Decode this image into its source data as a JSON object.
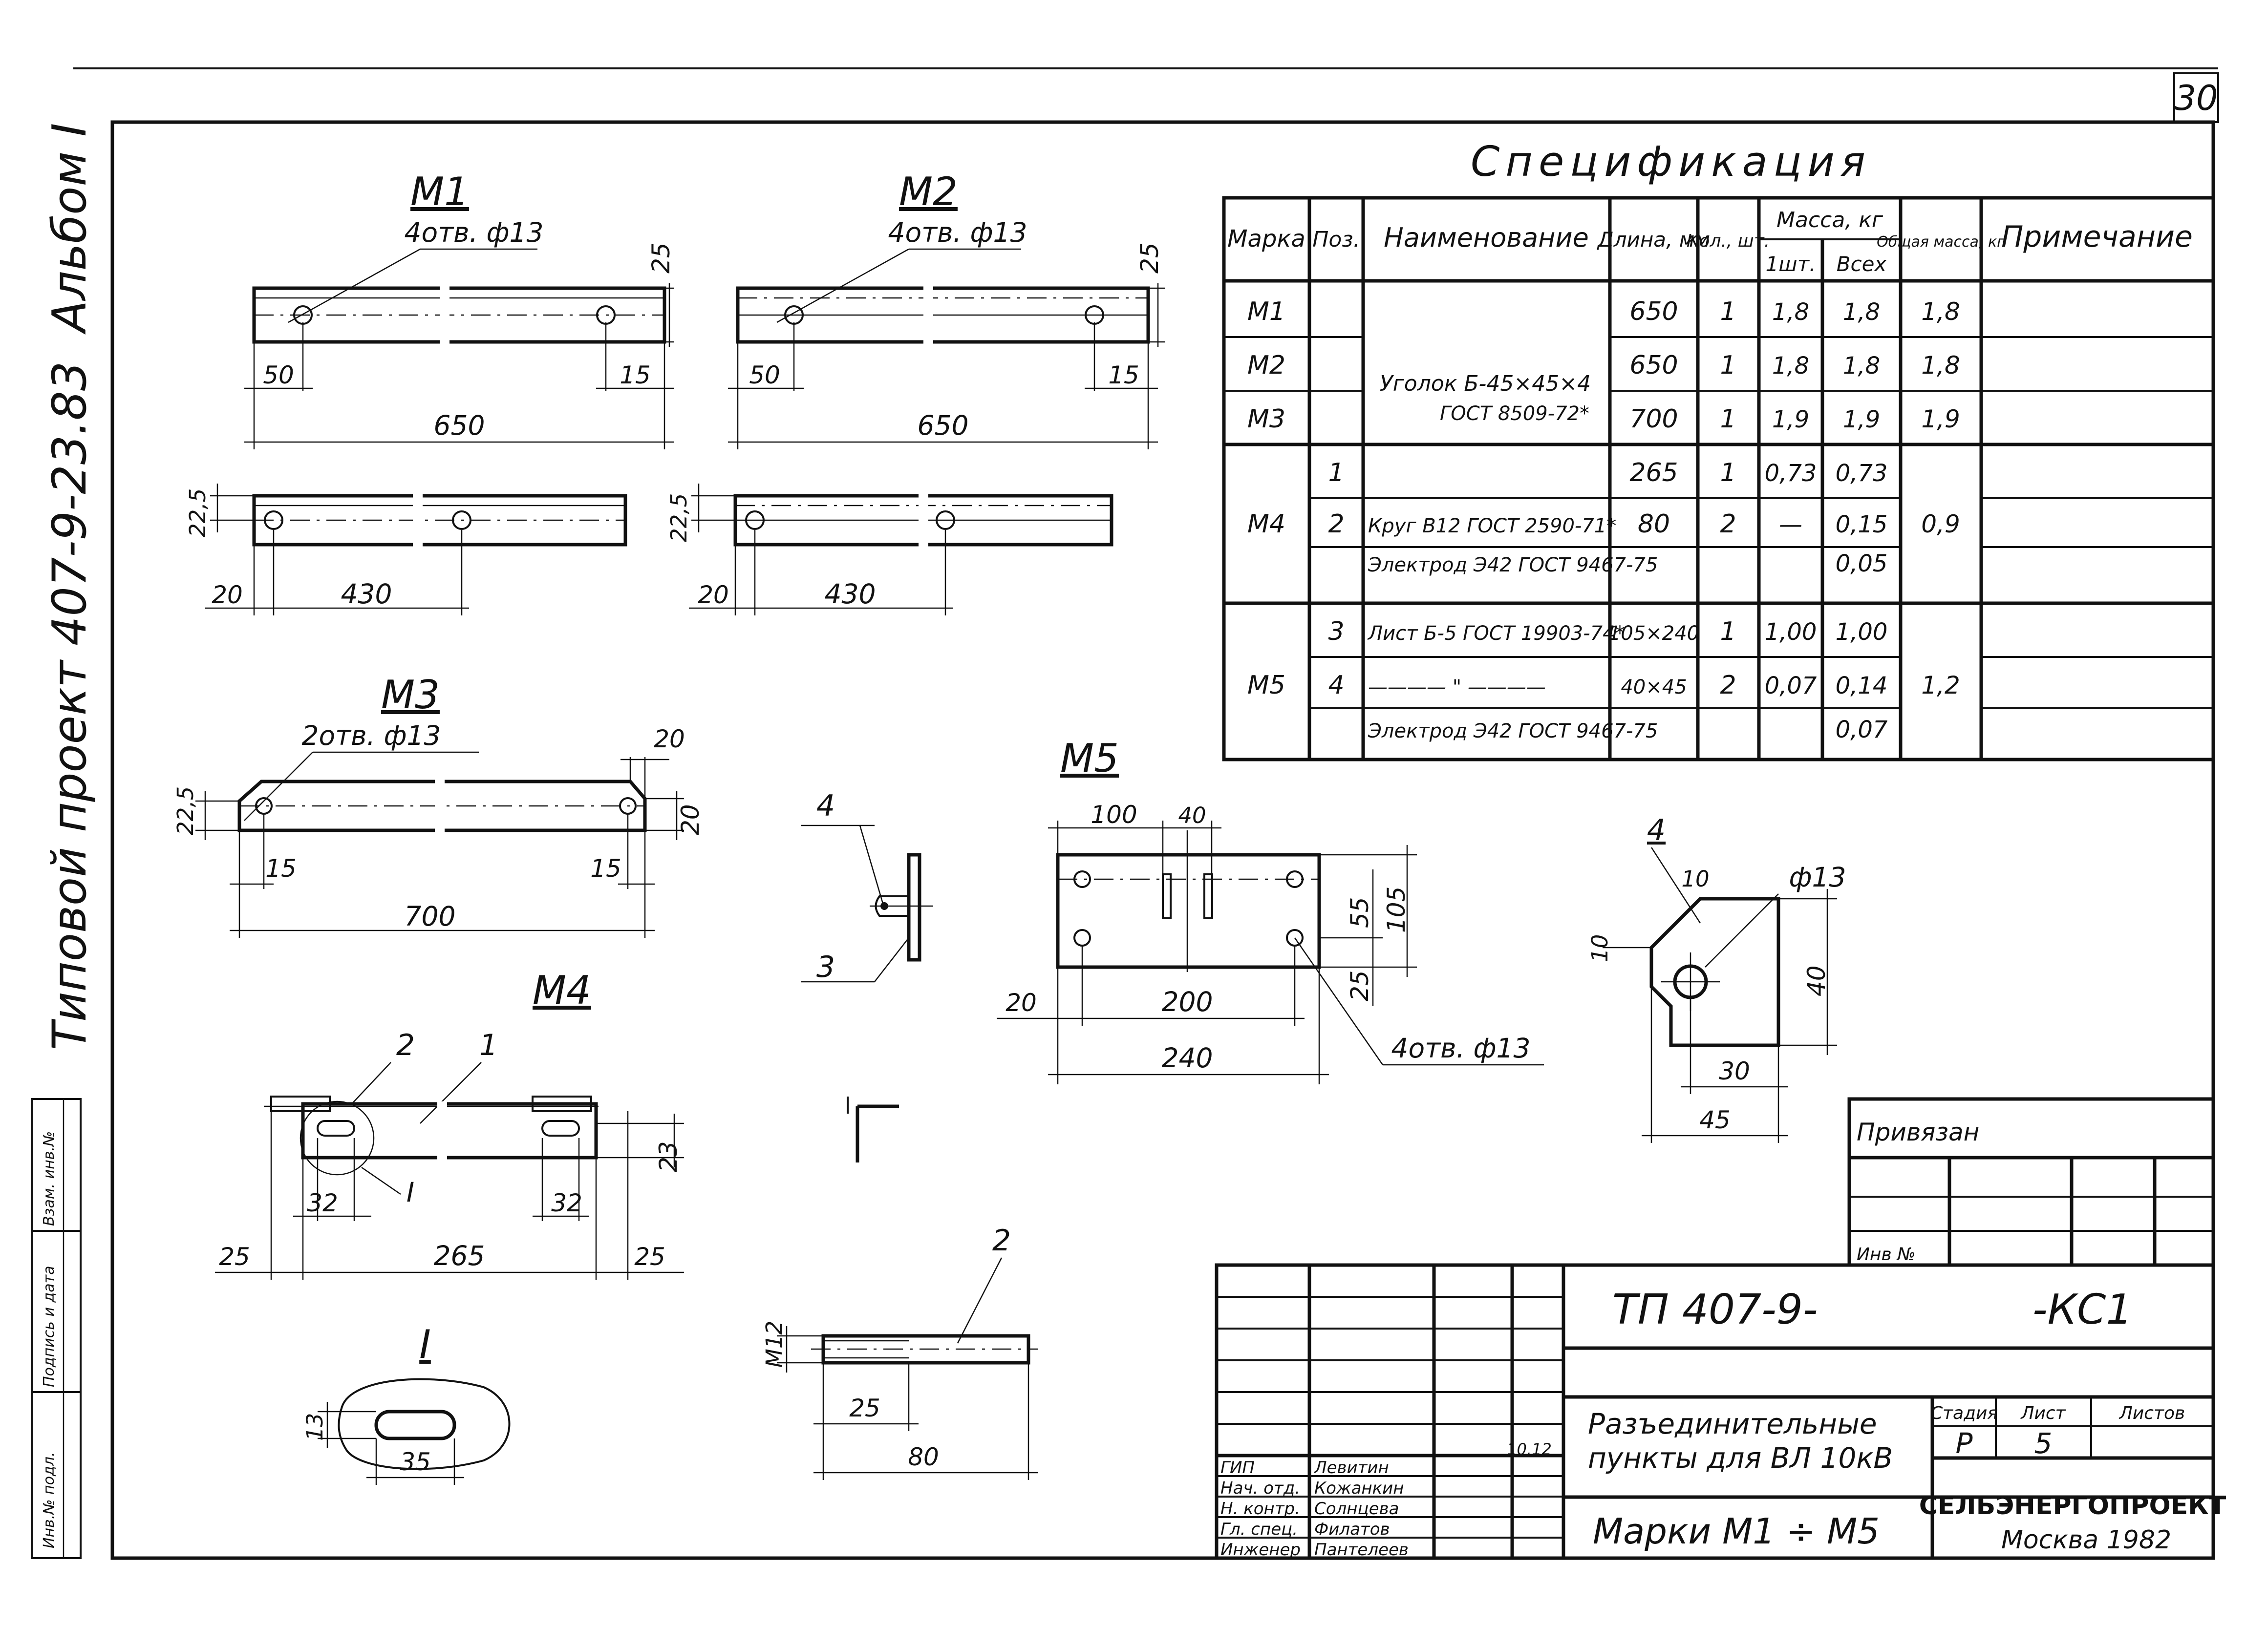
{
  "sheet": {
    "number": "30",
    "side_stamp": {
      "album": "Альбом I",
      "project": "Типовой проект 407-9-23.83"
    },
    "left_strip": [
      "Инв.№ подл.",
      "Подпись и дата",
      "Взам. инв.№"
    ]
  },
  "drawings": {
    "m1": {
      "title": "М1",
      "holes": "4отв. ф13",
      "dim_height": "25",
      "dim_left": "50",
      "dim_right": "15",
      "dim_length": "650",
      "dim_height2": "22,5",
      "dim_edge": "20",
      "dim_span": "430"
    },
    "m2": {
      "title": "М2",
      "holes": "4отв. ф13",
      "dim_height": "25",
      "dim_left": "50",
      "dim_right": "15",
      "dim_length": "650",
      "dim_height2": "22,5",
      "dim_edge": "20",
      "dim_span": "430"
    },
    "m3": {
      "title": "М3",
      "holes": "2отв. ф13",
      "dim_height": "22,5",
      "dim_top": "20",
      "dim_side": "20",
      "dim_left": "15",
      "dim_right": "15",
      "dim_length": "700"
    },
    "m4": {
      "title": "М4",
      "pos1": "1",
      "pos2": "2",
      "detail_ref": "I",
      "dim_height": "23",
      "dim_slot_l": "32",
      "dim_slot_r": "32",
      "dim_edge_l": "25",
      "dim_edge_r": "25",
      "dim_length": "265"
    },
    "detail1": {
      "title": "I",
      "dim_width": "35",
      "dim_height": "13"
    },
    "side_view": {
      "pos3": "3",
      "pos4": "4"
    },
    "m5": {
      "title": "М5",
      "dim_a": "100",
      "dim_b": "40",
      "dim_c": "55",
      "dim_d": "105",
      "dim_e": "25",
      "dim_f": "20",
      "dim_g": "200",
      "dim_h": "240",
      "holes": "4отв. ф13"
    },
    "pos4_plate": {
      "title": "4",
      "dim_corner": "10",
      "dim_corner2": "10",
      "hole": "ф13",
      "dim_height": "40",
      "dim_hole_x": "30",
      "dim_width": "45"
    },
    "pos2_bolt": {
      "title": "2",
      "thread": "М12",
      "dim_thread": "25",
      "dim_length": "80"
    }
  },
  "spec": {
    "title": "Спецификация",
    "headers": {
      "mark": "Марка",
      "pos": "Поз.",
      "name": "Наименование",
      "length": "Длина, мм",
      "qty": "Кол., шт.",
      "mass": "Масса, кг",
      "mass_one": "1шт.",
      "mass_all": "Всех",
      "total": "Общая масса, кг",
      "note": "Примечание"
    },
    "angle_name": "Уголок Б-45×45×4",
    "angle_gost": "ГОСТ 8509-72*",
    "rows": [
      {
        "mark": "М1",
        "pos": "",
        "name": "",
        "length": "650",
        "qty": "1",
        "m1": "1,8",
        "mall": "1,8",
        "total": "1,8"
      },
      {
        "mark": "М2",
        "pos": "",
        "name": "",
        "length": "650",
        "qty": "1",
        "m1": "1,8",
        "mall": "1,8",
        "total": "1,8"
      },
      {
        "mark": "М3",
        "pos": "",
        "name": "",
        "length": "700",
        "qty": "1",
        "m1": "1,9",
        "mall": "1,9",
        "total": "1,9"
      },
      {
        "mark": "",
        "pos": "1",
        "name": "",
        "length": "265",
        "qty": "1",
        "m1": "0,73",
        "mall": "0,73",
        "total": ""
      },
      {
        "mark": "М4",
        "pos": "2",
        "name": "Круг В12 ГОСТ 2590-71*",
        "length": "80",
        "qty": "2",
        "m1": "—",
        "mall": "0,15",
        "total": "0,9"
      },
      {
        "mark": "",
        "pos": "",
        "name": "Электрод Э42 ГОСТ 9467-75",
        "length": "",
        "qty": "",
        "m1": "",
        "mall": "0,05",
        "total": ""
      },
      {
        "mark": "",
        "pos": "3",
        "name": "Лист Б-5 ГОСТ 19903-74*",
        "length": "105×240",
        "qty": "1",
        "m1": "1,00",
        "mall": "1,00",
        "total": ""
      },
      {
        "mark": "М5",
        "pos": "4",
        "name": "———— \" ————",
        "length": "40×45",
        "qty": "2",
        "m1": "0,07",
        "mall": "0,14",
        "total": "1,2"
      },
      {
        "mark": "",
        "pos": "",
        "name": "Электрод Э42 ГОСТ 9467-75",
        "length": "",
        "qty": "",
        "m1": "",
        "mall": "0,07",
        "total": ""
      }
    ]
  },
  "privyazan": {
    "label": "Привязан",
    "inv": "Инв №"
  },
  "title_block": {
    "code": "ТП 407-9-",
    "code_suffix": "-КС1",
    "description_line1": "Разъединительные",
    "description_line2": "пункты для ВЛ 10кВ",
    "sheet_name": "Марки М1 ÷ М5",
    "stage_label": "Стадия",
    "sheet_label": "Лист",
    "sheets_label": "Листов",
    "stage": "Р",
    "sheet": "5",
    "org": "СЕЛЬЭНЕРГОПРОЕКТ",
    "city_year": "Москва 1982",
    "date": "10.12",
    "staff": [
      {
        "role": "ГИП",
        "name": "Левитин"
      },
      {
        "role": "Нач. отд.",
        "name": "Кожанкин"
      },
      {
        "role": "Н. контр.",
        "name": "Солнцева"
      },
      {
        "role": "Гл. спец.",
        "name": "Филатов"
      },
      {
        "role": "Инженер",
        "name": "Пантелеев"
      }
    ]
  }
}
